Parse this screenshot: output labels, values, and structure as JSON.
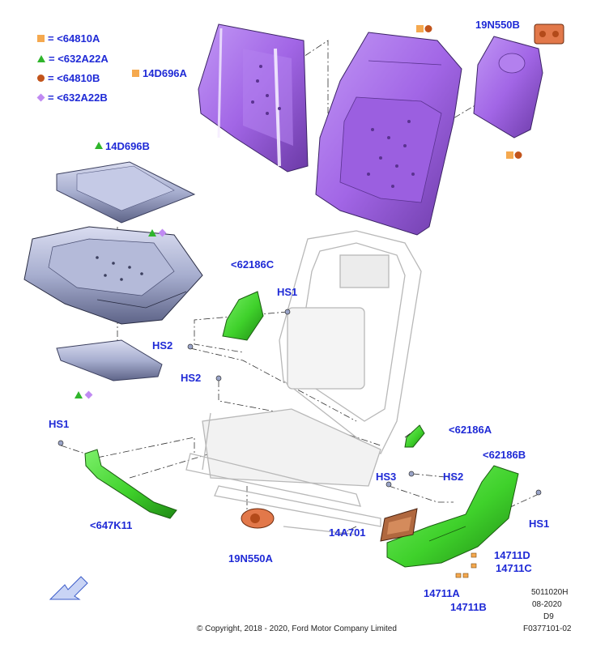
{
  "legend": [
    {
      "symbol": "square",
      "color": "#f5a94f",
      "text": "= <64810A"
    },
    {
      "symbol": "triangle",
      "color": "#2fb52b",
      "text": "= <632A22A"
    },
    {
      "symbol": "circle",
      "color": "#c2541b",
      "text": "= <64810B"
    },
    {
      "symbol": "diamond",
      "color": "#c08af2",
      "text": "= <632A22B"
    }
  ],
  "labels": {
    "l_14D696A": "14D696A",
    "l_19N550B": "19N550B",
    "l_14D696B": "14D696B",
    "l_62186C": "<62186C",
    "l_HS1_top": "HS1",
    "l_HS2_a": "HS2",
    "l_HS2_b": "HS2",
    "l_HS1_left": "HS1",
    "l_62186A": "<62186A",
    "l_62186B": "<62186B",
    "l_HS3": "HS3",
    "l_HS2_right": "HS2",
    "l_HS1_right": "HS1",
    "l_647K11": "<647K11",
    "l_14A701": "14A701",
    "l_19N550A": "19N550A",
    "l_14711D": "14711D",
    "l_14711C": "14711C",
    "l_14711A": "14711A",
    "l_14711B": "14711B"
  },
  "meta": {
    "code": "5011020H",
    "date": "08-2020",
    "rev": "D9",
    "figure": "F0377101-02",
    "copyright": "© Copyright, 2018 - 2020, Ford Motor Company Limited"
  },
  "colors": {
    "purple": "#a266e6",
    "purple_dark": "#6b3aa6",
    "green": "#3fd12b",
    "green_dark": "#1f8a14",
    "label_blue": "#1f2ad6",
    "frame_gray": "#c7c7c7",
    "blue_gray": "#a7aecf",
    "orange_part": "#e2784a"
  }
}
